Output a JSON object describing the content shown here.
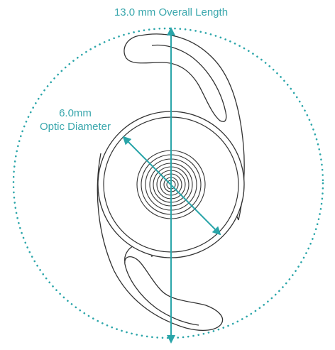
{
  "labels": {
    "overall_length": "13.0 mm Overall Length",
    "optic_diameter_value": "6.0mm",
    "optic_diameter_text": "Optic Diameter"
  },
  "colors": {
    "accent": "#2aa5a9",
    "line": "#333333",
    "label": "#3aa7ad"
  }
}
